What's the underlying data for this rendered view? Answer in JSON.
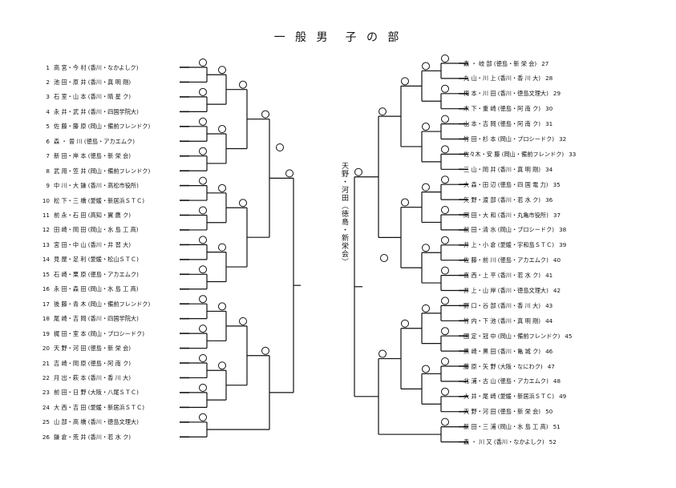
{
  "title": "一 般 男　子 の 部",
  "side_note": "天野・河田（徳島・新栄会）",
  "left_entries": [
    {
      "no": "1",
      "text": "高 宮・今 村 (香川・なかよしク)"
    },
    {
      "no": "2",
      "text": "池 田・原 井 (香川・真 明 剛)"
    },
    {
      "no": "3",
      "text": "石 室・山 本 (香川・晴 星 ク)"
    },
    {
      "no": "4",
      "text": "永 井・武 井 (香川・四国学院大)"
    },
    {
      "no": "5",
      "text": "佐 藤・藤 原 (岡山・備前フレンドク)"
    },
    {
      "no": "6",
      "text": "森 ・ 曽 川 (徳島・アカエムク)"
    },
    {
      "no": "7",
      "text": "新 田・岸 本 (徳島・新 栄 会)"
    },
    {
      "no": "8",
      "text": "武 用・笠 井 (岡山・備前フレンドク)"
    },
    {
      "no": "9",
      "text": "中 川・大 鎌 (香川・高松市役所)"
    },
    {
      "no": "10",
      "text": "松 下・三 橋 (愛媛・新居浜ＳＴＣ)"
    },
    {
      "no": "11",
      "text": "前 永・石 田 (高知・翼 鷹 ク)"
    },
    {
      "no": "12",
      "text": "田 崎・岡 田 (岡山・水 島 工 高)"
    },
    {
      "no": "13",
      "text": "宮 田・中 山 (香川・井 習 大)"
    },
    {
      "no": "14",
      "text": "見 屋・足 利 (愛媛・松山ＳＴＣ)"
    },
    {
      "no": "15",
      "text": "石 崎・栗 原 (徳島・アカエムク)"
    },
    {
      "no": "16",
      "text": "永 田・森 田 (岡山・水 島 工 高)"
    },
    {
      "no": "17",
      "text": "後 藤・青 木 (岡山・備前フレンドク)"
    },
    {
      "no": "18",
      "text": "尾 崎・吉 岡 (香川・四国学院大)"
    },
    {
      "no": "19",
      "text": "梶 田・室 本 (岡山・プロシードク)"
    },
    {
      "no": "20",
      "text": "天 野・河 田 (徳島・新 栄 会)"
    },
    {
      "no": "21",
      "text": "吉 崎・岡 原 (徳島・阿 南 ク)"
    },
    {
      "no": "22",
      "text": "月 出・萩 本 (香川・香 川 大)"
    },
    {
      "no": "23",
      "text": "前 田・日 野 (大阪・八尾ＳＴＣ)"
    },
    {
      "no": "24",
      "text": "大 西・吉 田 (愛媛・新居浜ＳＴＣ)"
    },
    {
      "no": "25",
      "text": "山 部・高 橋 (香川・徳島文理大)"
    },
    {
      "no": "26",
      "text": "鎌 倉・荒 井 (香川・若 水 ク)"
    }
  ],
  "right_entries": [
    {
      "no": "27",
      "text": "森 ・ 岐 部 (徳島・新 栄 会)"
    },
    {
      "no": "28",
      "text": "丸 山・川 上 (香川・香 川 大)"
    },
    {
      "no": "29",
      "text": "梅 本・川 田 (香川・徳島文理大)"
    },
    {
      "no": "30",
      "text": "木 下・重 崎 (徳島・阿 南 ク)"
    },
    {
      "no": "31",
      "text": "山 本・吉 岡 (徳島・阿 南 ク)"
    },
    {
      "no": "32",
      "text": "竹 田・杉 本 (岡山・プロシードク)"
    },
    {
      "no": "33",
      "text": "佐々木・安 藤 (岡山・備前フレンドク)"
    },
    {
      "no": "34",
      "text": "三 山・岡 井 (香川・真 明 剛)"
    },
    {
      "no": "35",
      "text": "大 森・田 辺 (徳島・四 国 電 力)"
    },
    {
      "no": "36",
      "text": "矢 野・渡 部 (香川・若 水 ク)"
    },
    {
      "no": "37",
      "text": "岡 田・大 和 (香川・丸亀市役所)"
    },
    {
      "no": "38",
      "text": "前 田・清 水 (岡山・プロシードク)"
    },
    {
      "no": "39",
      "text": "井 上・小 倉 (愛媛・宇和島ＳＴＣ)"
    },
    {
      "no": "40",
      "text": "佐 藤・前 川 (徳島・アカエムク)"
    },
    {
      "no": "41",
      "text": "喜 西・上 平 (香川・若 水 ク)"
    },
    {
      "no": "42",
      "text": "井 上・山 岸 (香川・徳島文理大)"
    },
    {
      "no": "43",
      "text": "野 口・谷 部 (香川・香 川 大)"
    },
    {
      "no": "44",
      "text": "竹 内・下 池 (香川・真 明 剛)"
    },
    {
      "no": "45",
      "text": "國 定・冠 中 (岡山・備前フレンドク)"
    },
    {
      "no": "46",
      "text": "黒 崎・黒 田 (香川・亀 城 ク)"
    },
    {
      "no": "47",
      "text": "藤 原・矢 野 (大阪・なにわク)"
    },
    {
      "no": "48",
      "text": "北 浦・古 山 (徳島・アカエムク)"
    },
    {
      "no": "49",
      "text": "大 井・尾 崎 (愛媛・新居浜ＳＴＣ)"
    },
    {
      "no": "50",
      "text": "天 野・河 田 (徳島・新 栄 会)"
    },
    {
      "no": "51",
      "text": "新 田・三 浦 (岡山・水 島 工 高)"
    },
    {
      "no": "52",
      "text": "森 ・ 川 又 (香川・なかよしク)"
    }
  ]
}
